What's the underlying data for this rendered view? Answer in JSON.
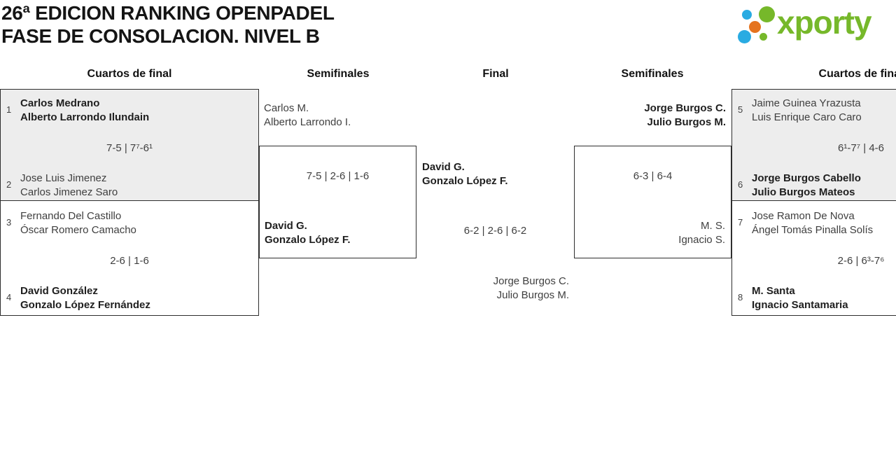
{
  "header": {
    "title_line1": "26ª EDICION RANKING OPENPADEL",
    "title_line2": "FASE DE CONSOLACION. NIVEL B",
    "logo_text": "xporty"
  },
  "columns": [
    "Cuartos de final",
    "Semifinales",
    "Final",
    "Semifinales",
    "Cuartos de final"
  ],
  "colors": {
    "logo_green": "#76b82a",
    "logo_blue": "#29abe2",
    "logo_orange": "#e5731f",
    "box_border": "#2e2e2e",
    "box_fill_alt": "#ededed",
    "winner_text": "#1f1f1f",
    "regular_text": "#3f3f3f"
  },
  "matches": {
    "qf_l1": {
      "seed_a": "1",
      "team_a": [
        "Carlos Medrano",
        "Alberto Larrondo Ilundain"
      ],
      "score": "7-5 | 7⁷-6¹",
      "seed_b": "2",
      "team_b": [
        "Jose Luis Jimenez",
        "Carlos Jimenez Saro"
      ]
    },
    "qf_l2": {
      "seed_a": "3",
      "team_a": [
        "Fernando Del Castillo",
        "Óscar Romero Camacho"
      ],
      "score": "2-6 | 1-6",
      "seed_b": "4",
      "team_b": [
        "David González",
        "Gonzalo López Fernández"
      ]
    },
    "sf_l": {
      "team_a": [
        "Carlos M.",
        "Alberto Larrondo I."
      ],
      "score": "7-5 | 2-6 | 1-6",
      "team_b": [
        "David G.",
        "Gonzalo López F."
      ]
    },
    "final": {
      "team_a": [
        "David G.",
        "Gonzalo López F."
      ],
      "score": "6-2 | 2-6 | 6-2",
      "team_b": [
        "Jorge Burgos C.",
        "Julio Burgos M."
      ]
    },
    "sf_r": {
      "team_a": [
        "Jorge Burgos C.",
        "Julio Burgos M."
      ],
      "score": "6-3 | 6-4",
      "team_b": [
        "M. S.",
        "Ignacio S."
      ]
    },
    "qf_r1": {
      "seed_a": "5",
      "team_a": [
        "Jaime Guinea Yrazusta",
        "Luis Enrique Caro Caro"
      ],
      "score": "6¹-7⁷ | 4-6",
      "seed_b": "6",
      "team_b": [
        "Jorge Burgos Cabello",
        "Julio Burgos Mateos"
      ]
    },
    "qf_r2": {
      "seed_a": "7",
      "team_a": [
        "Jose Ramon De Nova",
        "Ángel Tomás Pinalla Solís"
      ],
      "score": "2-6 | 6³-7⁶",
      "seed_b": "8",
      "team_b": [
        "M. Santa",
        "Ignacio Santamaria"
      ]
    }
  }
}
